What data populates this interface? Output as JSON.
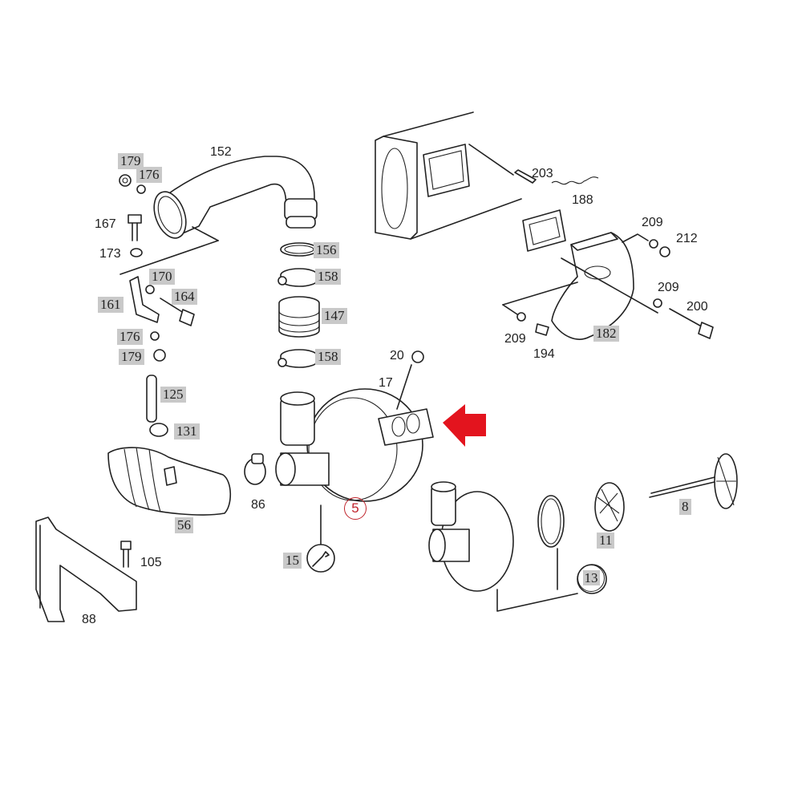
{
  "diagram": {
    "title": "Turbocharger exploded parts diagram",
    "accent_color": "#e3141e",
    "label_fill_color": "#c9c9c9",
    "callout_arrow": {
      "direction": "left",
      "color": "#e3141e",
      "points_to_part": "17"
    },
    "labels": {
      "p152": "152",
      "p179a": "179",
      "p176a": "176",
      "p167": "167",
      "p173": "173",
      "p170": "170",
      "p164": "164",
      "p161": "161",
      "p176b": "176",
      "p179b": "179",
      "p125": "125",
      "p131": "131",
      "p56": "56",
      "p86": "86",
      "p105": "105",
      "p88": "88",
      "p156": "156",
      "p158a": "158",
      "p147": "147",
      "p158b": "158",
      "p20": "20",
      "p17": "17",
      "p5": "5",
      "p15": "15",
      "p203": "203",
      "p188": "188",
      "p209a": "209",
      "p212": "212",
      "p209b": "209",
      "p200": "200",
      "p209c": "209",
      "p194": "194",
      "p182": "182",
      "p13": "13",
      "p11": "11",
      "p8": "8"
    },
    "highlighted_parts": [
      "179",
      "176",
      "170",
      "164",
      "161",
      "176",
      "179",
      "125",
      "131",
      "56",
      "156",
      "158",
      "147",
      "158",
      "15",
      "182",
      "13",
      "11",
      "8"
    ],
    "circled_parts": {
      "red": [
        "5"
      ],
      "black": [
        "13",
        "15"
      ]
    }
  }
}
